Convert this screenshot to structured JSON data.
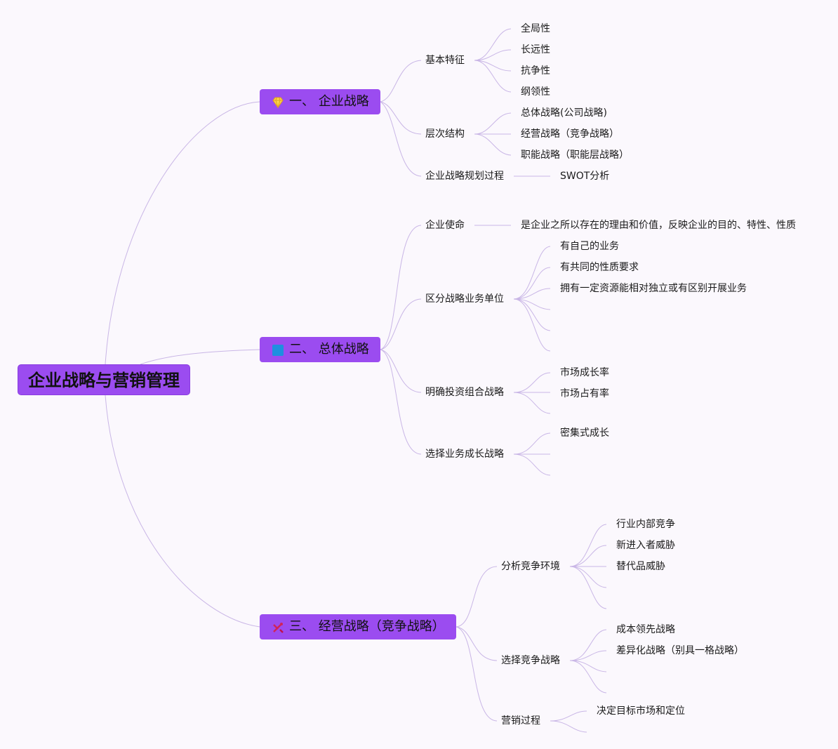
{
  "root": "企业战略与营销管理",
  "branches": [
    {
      "label": "一、 企业战略",
      "icon": "diamond-icon",
      "children": [
        {
          "label": "基本特征",
          "children": [
            "全局性",
            "长远性",
            "抗争性",
            "纲领性"
          ]
        },
        {
          "label": "层次结构",
          "children": [
            "总体战略(公司战略)",
            "经营战略（竞争战略）",
            "职能战略（职能层战略）"
          ]
        },
        {
          "label": "企业战略规划过程",
          "children": [
            "SWOT分析"
          ]
        }
      ]
    },
    {
      "label": "二、 总体战略",
      "icon": "blue-square-icon",
      "children": [
        {
          "label": "企业使命",
          "children": [
            "是企业之所以存在的理由和价值，反映企业的目的、特性、性质"
          ]
        },
        {
          "label": "区分战略业务单位",
          "children": [
            "有自己的业务",
            "有共同的性质要求",
            "拥有一定资源能相对独立或有区别开展业务"
          ]
        },
        {
          "label": "明确投资组合战略",
          "children": [
            "市场成长率",
            "市场占有率"
          ]
        },
        {
          "label": "选择业务成长战略",
          "children": [
            "密集式成长"
          ]
        }
      ]
    },
    {
      "label": "三、 经营战略（竞争战略）",
      "icon": "tools-icon",
      "children": [
        {
          "label": "分析竞争环境",
          "children": [
            "行业内部竞争",
            "新进入者威胁",
            "替代品威胁"
          ]
        },
        {
          "label": "选择竞争战略",
          "children": [
            "成本领先战略",
            "差异化战略（别具一格战略）"
          ]
        },
        {
          "label": "营销过程",
          "children": [
            "决定目标市场和定位"
          ]
        }
      ]
    }
  ],
  "colors": {
    "node": "#9b4cf0",
    "line": "#c9b6e6",
    "background": "#fbf8fd"
  }
}
